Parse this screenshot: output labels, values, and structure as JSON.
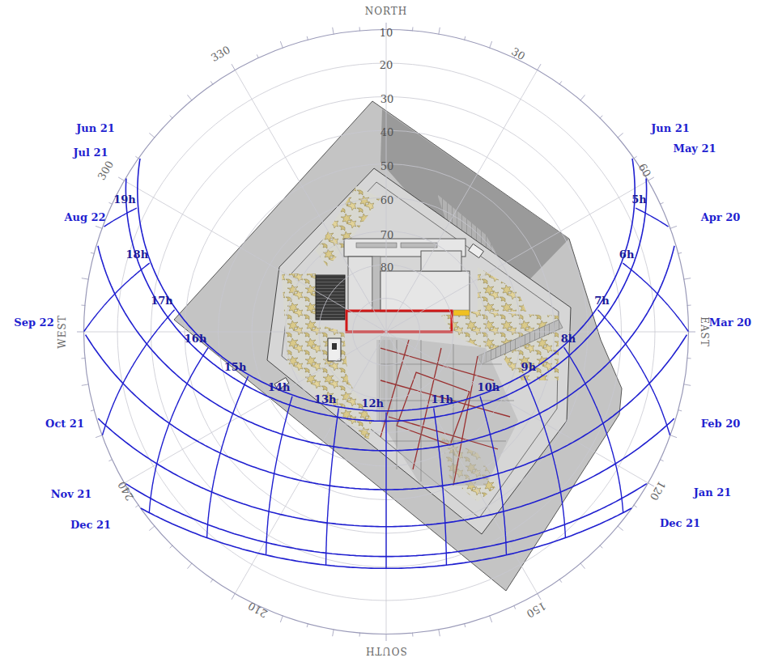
{
  "diagram": {
    "labels": [
      "NORTH",
      "330",
      "30",
      "10",
      "20",
      "30",
      "40",
      "50",
      "60",
      "70",
      "80",
      "Jun 21",
      "Jul 21",
      "Aug 22",
      "Sep 22",
      "Oct 21",
      "Nov 21",
      "Dec 21",
      "Jun 21",
      "May 21",
      "Apr 20",
      "Mar 20",
      "Feb 20",
      "Jan 21",
      "Dec 21",
      "300",
      "60",
      "WEST",
      "EAST",
      "19h",
      "18h",
      "17h",
      "16h",
      "15h",
      "14h",
      "13h",
      "12h",
      "11h",
      "10h",
      "9h",
      "8h",
      "7h",
      "6h",
      "5h",
      "240",
      "120",
      "210",
      "150",
      "SOUTH"
    ]
  }
}
